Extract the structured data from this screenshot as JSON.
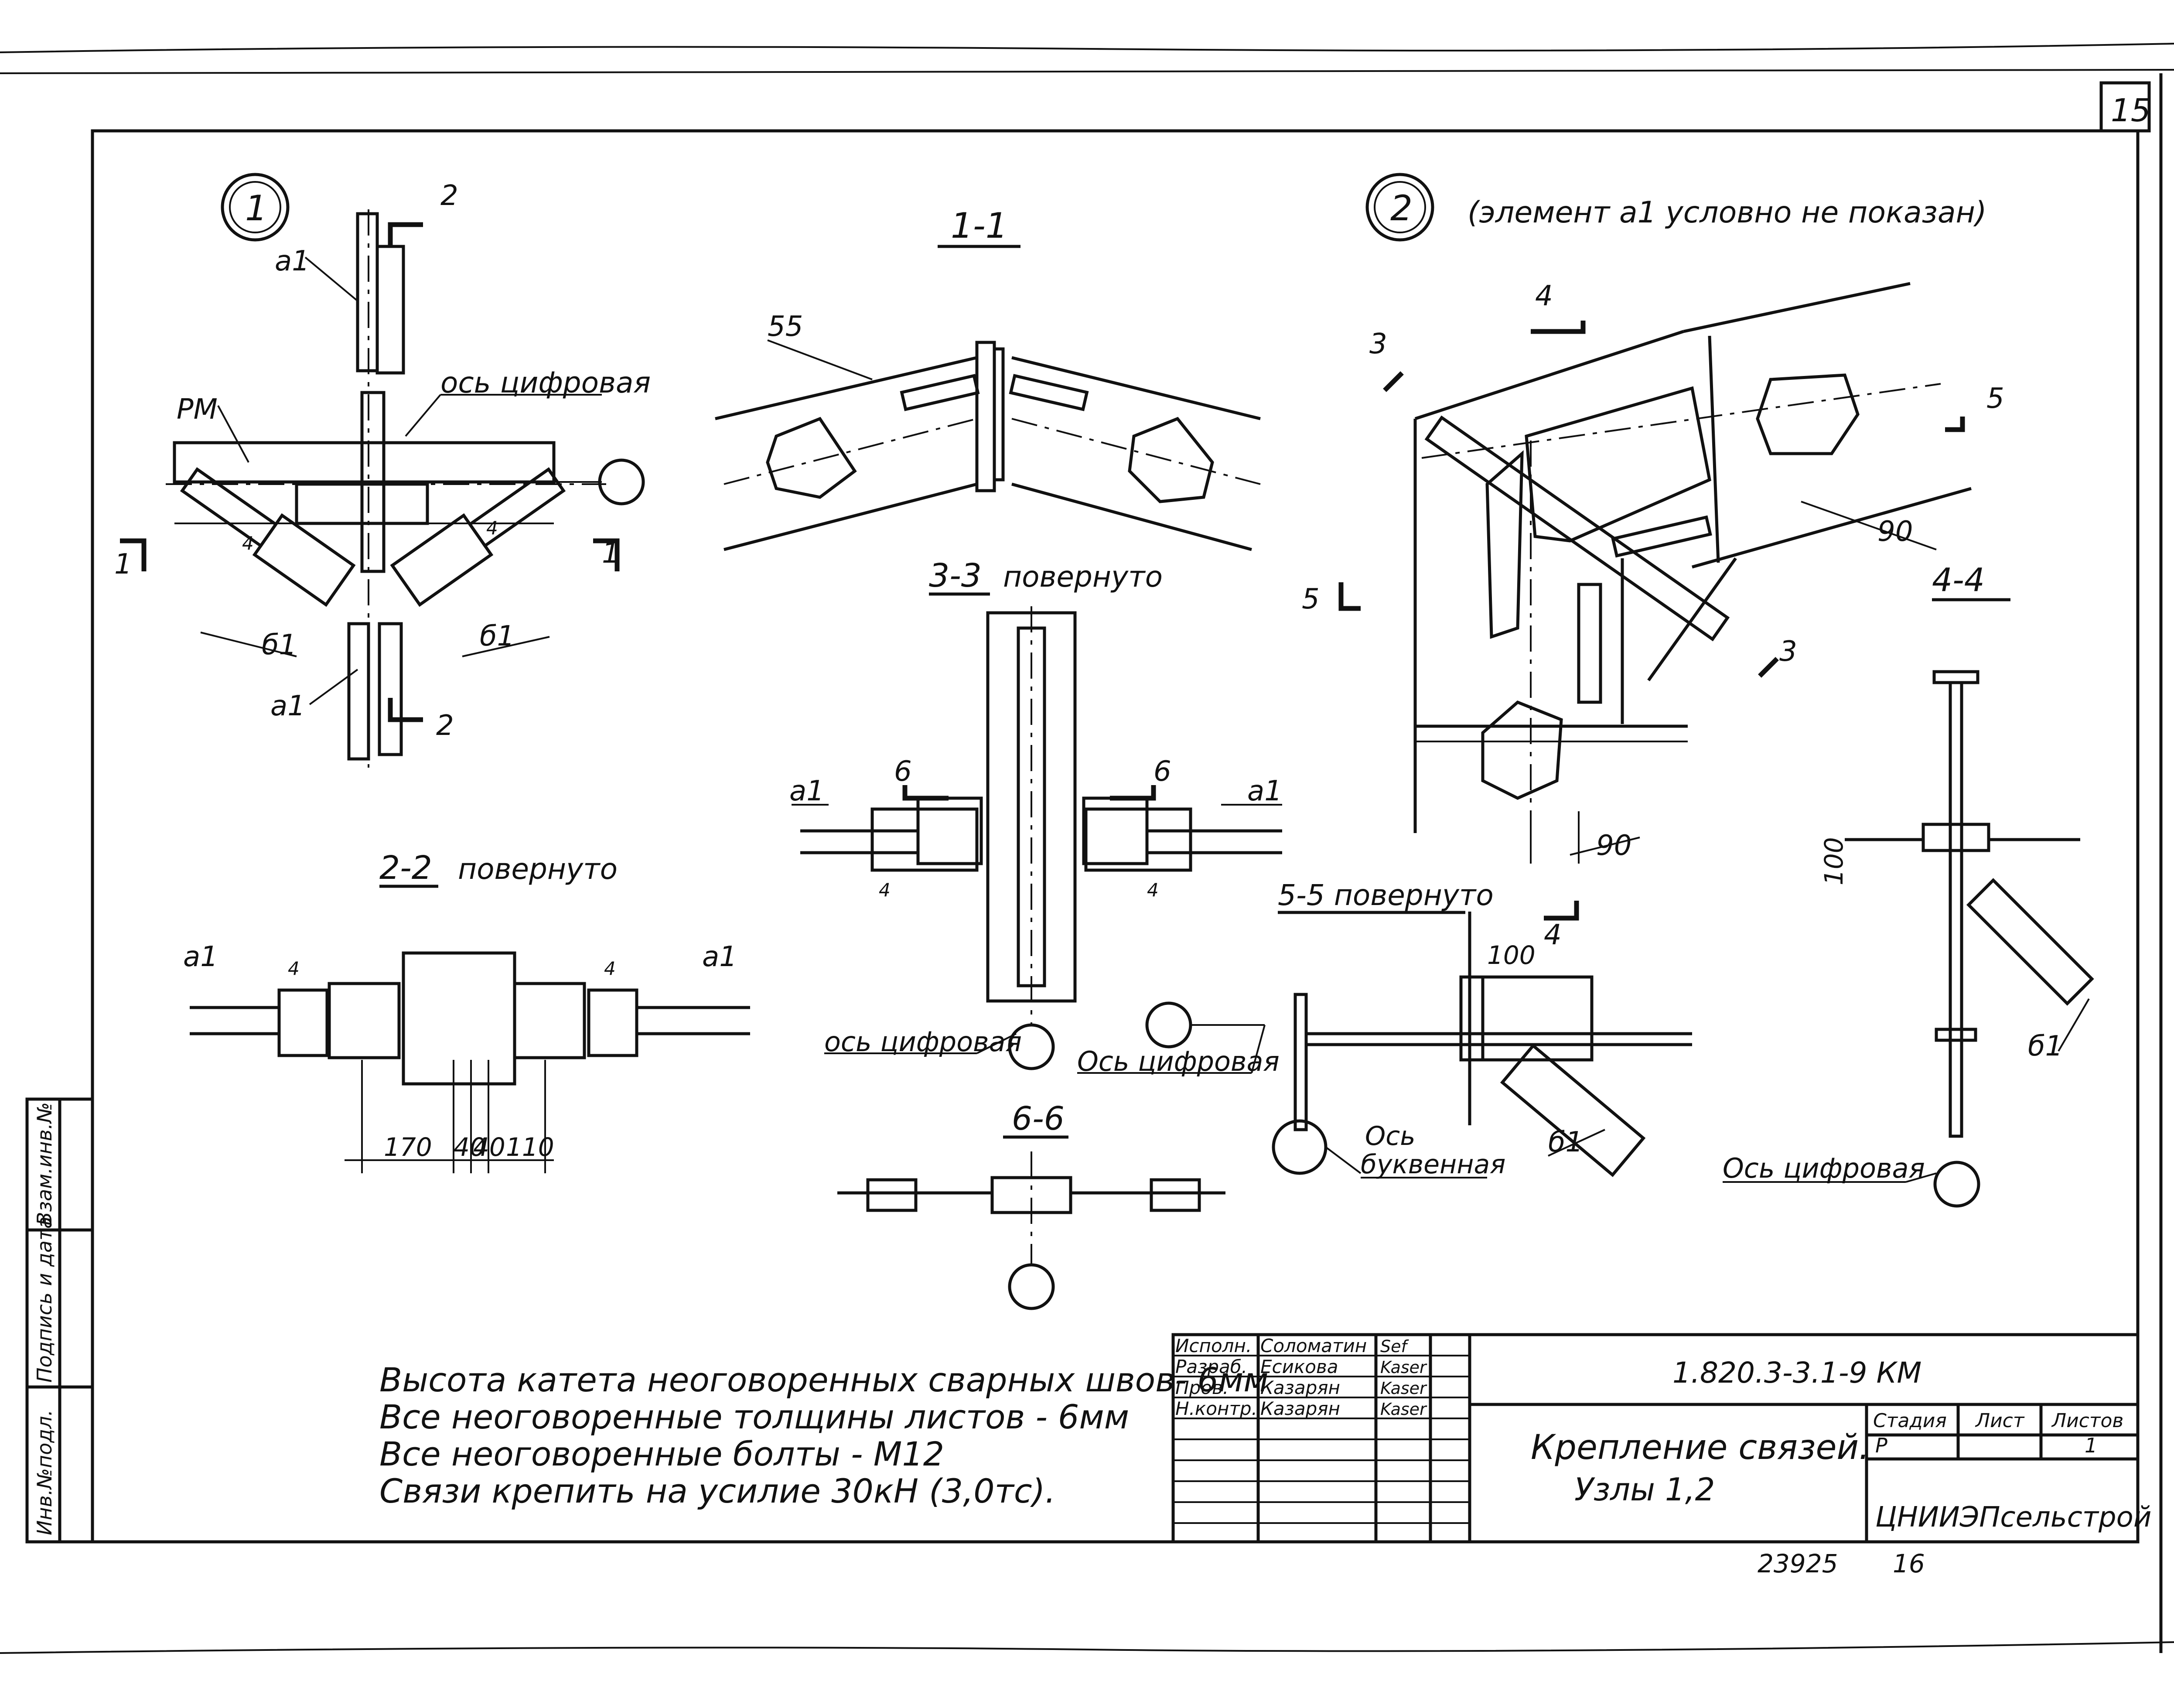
{
  "sheet_number": "15",
  "nodes": {
    "node1": {
      "marker": "1"
    },
    "node2": {
      "marker": "2",
      "note": "(элемент а1 условно не показан)"
    }
  },
  "sections": {
    "s11": "1-1",
    "s22": "2-2",
    "s22_suffix": "повернуто",
    "s33": "3-3",
    "s33_suffix": "повернуто",
    "s44": "4-4",
    "s55": "5-5 повернуто",
    "s66": "6-6"
  },
  "labels": {
    "a1": "а1",
    "b1": "б1",
    "rm": "РМ",
    "four": "4",
    "cut1": "1",
    "cut2": "2",
    "cut3": "3",
    "cut4": "4",
    "cut5": "5",
    "cut6": "6",
    "axis_digital_1": "ось цифровая",
    "axis_digital_2": "ось цифровая",
    "axis_digital_3": "Ось цифровая",
    "axis_digital_4": "Ось цифровая",
    "axis_letter_1": "Ось",
    "axis_letter_2": "буквенная"
  },
  "dims": {
    "d55": "55",
    "d90a": "90",
    "d90b": "90",
    "d100a": "100",
    "d100b": "100",
    "d170": "170",
    "d40a": "40",
    "d40b": "40",
    "d110": "110"
  },
  "notes": [
    "Высота катета неоговоренных сварных швов- 6мм",
    "Все неоговоренные толщины листов - 6мм",
    "Все неоговоренные болты - М12",
    "Связи крепить на усилие 30кН (3,0тс)."
  ],
  "title_block": {
    "doc_code": "1.820.3-3.1-9 КМ",
    "title_line1": "Крепление связей.",
    "title_line2": "Узлы 1,2",
    "org": "ЦНИИЭПсельстрой",
    "roles": [
      "Исполн.",
      "Разраб.",
      "Пров.",
      "Н.контр."
    ],
    "names": [
      "Соломатин",
      "Есикова",
      "Казарян",
      "Казарян"
    ],
    "signatures": [
      "Sef",
      "Kaser",
      "Kaser",
      "Kaser"
    ],
    "stage_hdr": "Стадия",
    "sheet_hdr": "Лист",
    "sheets_hdr": "Листов",
    "stage": "Р",
    "sheet": "",
    "sheets": "1"
  },
  "side_stamp": [
    "Инв.№подл.",
    "Подпись и дата",
    "Взам.инв.№"
  ],
  "footer": {
    "inv": "23925",
    "page": "16"
  }
}
